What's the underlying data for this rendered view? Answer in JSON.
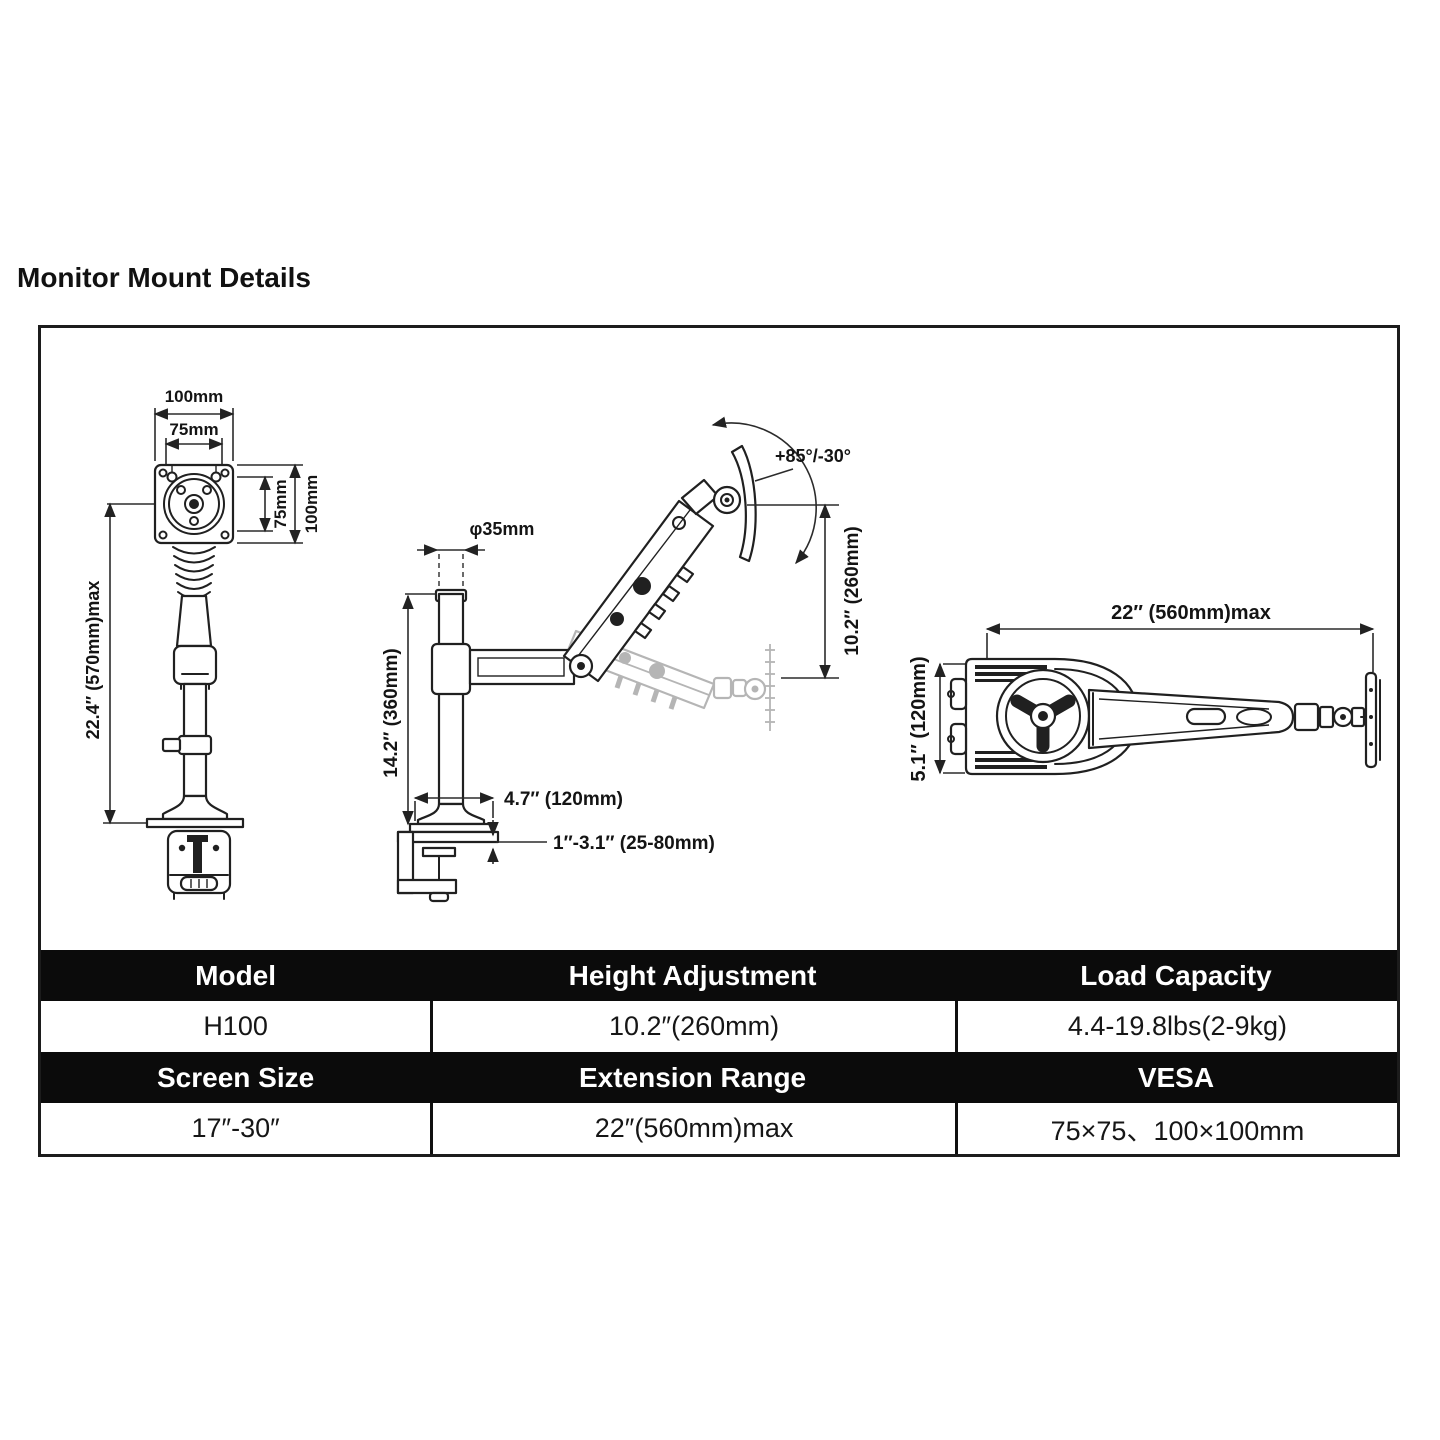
{
  "page": {
    "title": "Monitor Mount Details"
  },
  "diagram": {
    "front_view": {
      "dim_top_outer": "100mm",
      "dim_top_inner": "75mm",
      "dim_right_inner": "75mm",
      "dim_right_outer": "100mm",
      "dim_height": "22.4″ (570mm)max"
    },
    "side_view": {
      "dim_pole_diameter": "φ35mm",
      "dim_tilt": "+85°/-30°",
      "dim_height_adjust": "10.2″ (260mm)",
      "dim_pole_height": "14.2″ (360mm)",
      "dim_base": "4.7″ (120mm)",
      "dim_clamp": "1″-3.1″ (25-80mm)"
    },
    "top_view": {
      "dim_extension": "22″ (560mm)max",
      "dim_depth": "5.1″ (120mm)"
    }
  },
  "table": {
    "rows": [
      {
        "type": "header",
        "cells": [
          "Model",
          "Height Adjustment",
          "Load Capacity"
        ]
      },
      {
        "type": "value",
        "cells": [
          "H100",
          "10.2″(260mm)",
          "4.4-19.8lbs(2-9kg)"
        ]
      },
      {
        "type": "header",
        "cells": [
          "Screen Size",
          "Extension Range",
          "VESA"
        ]
      },
      {
        "type": "value",
        "cells": [
          "17″-30″",
          "22″(560mm)max",
          "75×75、100×100mm"
        ]
      }
    ]
  }
}
